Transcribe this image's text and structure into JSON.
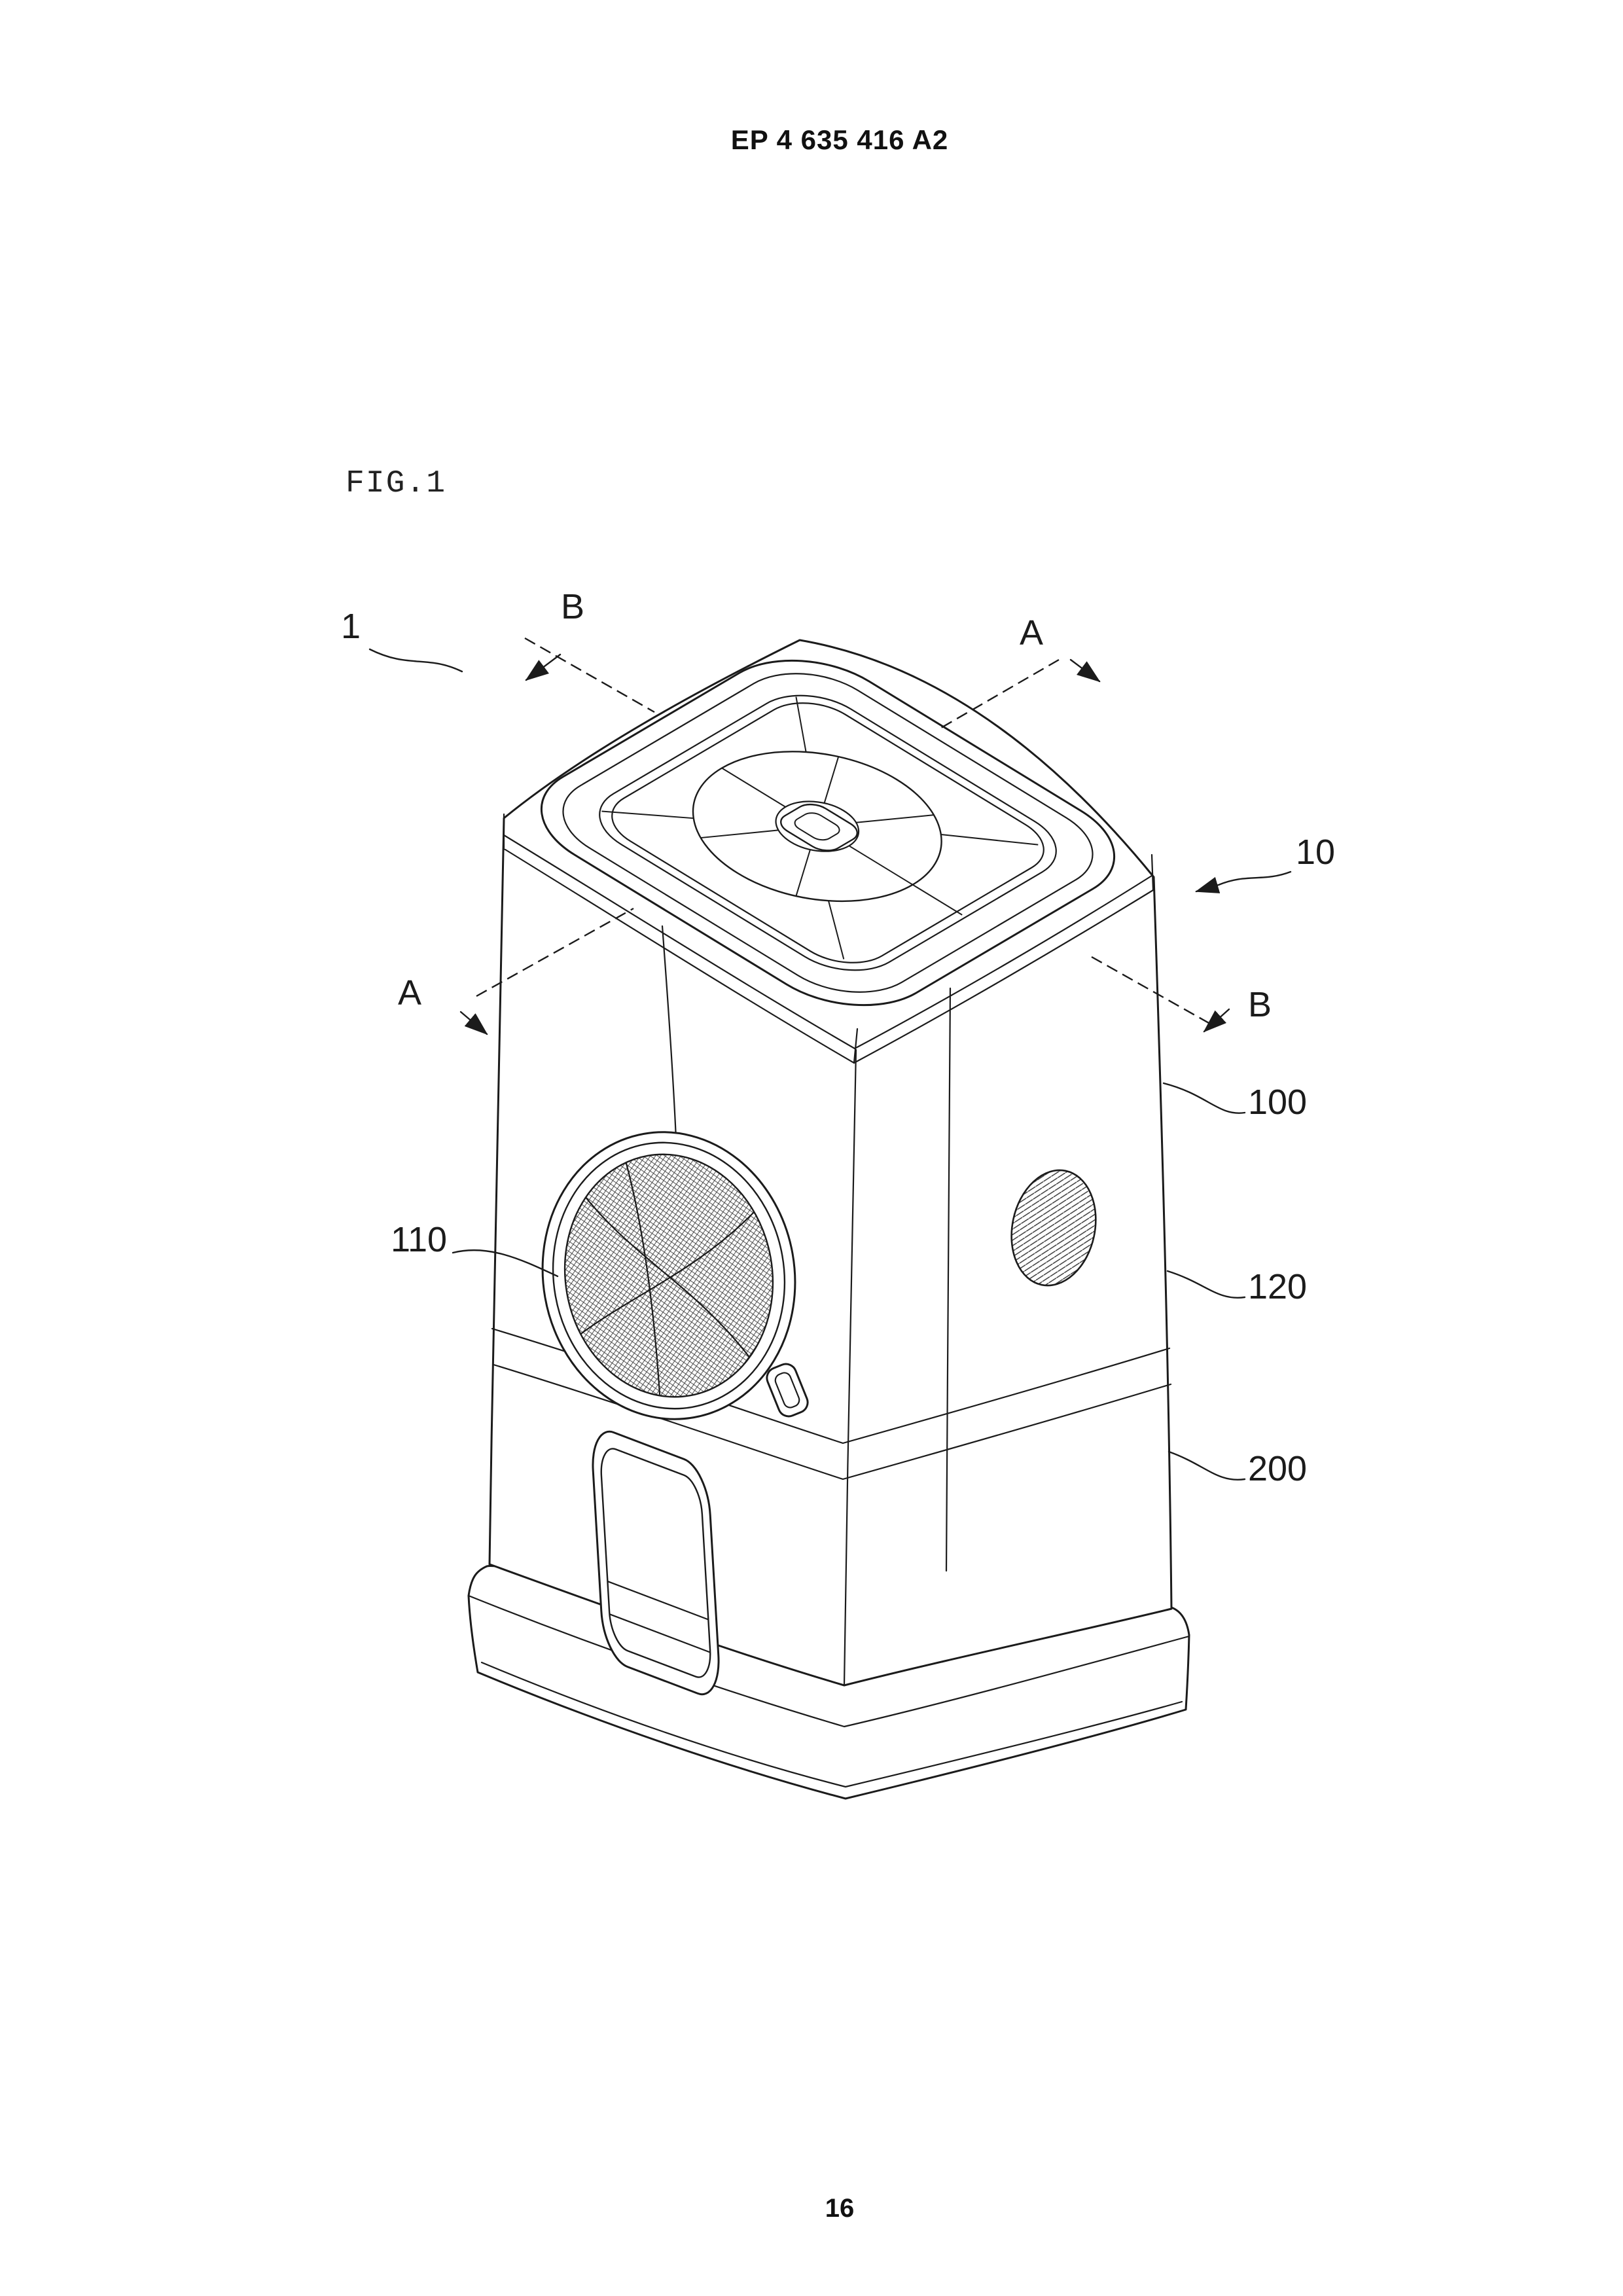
{
  "page": {
    "header": "EP 4 635 416 A2",
    "figure_label": "FIG.1",
    "page_number": "16"
  },
  "figure": {
    "labels": {
      "ref_1": "1",
      "section_b_top": "B",
      "section_a_top": "A",
      "ref_10": "10",
      "section_a_left": "A",
      "section_b_right": "B",
      "ref_100": "100",
      "ref_110": "110",
      "ref_120": "120",
      "ref_200": "200"
    }
  }
}
